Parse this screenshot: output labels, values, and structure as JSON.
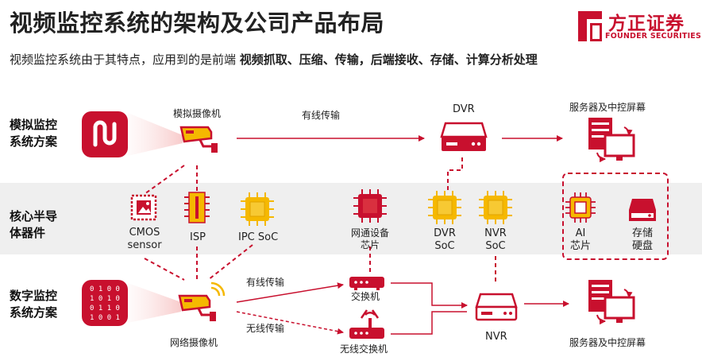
{
  "title": "视频监控系统的架构及公司产品布局",
  "subtitle": {
    "prefix": "视频监控系统由于其特点，应用到的是前端",
    "emphasis": "视频抓取、压缩、传输，后端接收、存储、计算分析处理"
  },
  "logo": {
    "cn": "方正证券",
    "en": "FOUNDER SECURITIES"
  },
  "rows": {
    "analog": {
      "line1": "模拟监控",
      "line2": "系统方案"
    },
    "core": {
      "line1": "核心半导",
      "line2": "体器件"
    },
    "digital": {
      "line1": "数字监控",
      "line2": "系统方案"
    }
  },
  "nodes": {
    "analog_camera": "模拟摄像机",
    "wired_transmission_top": "有线传输",
    "dvr": "DVR",
    "server_top": "服务器及中控屏幕",
    "cmos": {
      "line1": "CMOS",
      "line2": "sensor"
    },
    "isp": "ISP",
    "ipc_soc": "IPC SoC",
    "network_chip": {
      "line1": "网通设备",
      "line2": "芯片"
    },
    "dvr_soc": {
      "line1": "DVR",
      "line2": "SoC"
    },
    "nvr_soc": {
      "line1": "NVR",
      "line2": "SoC"
    },
    "ai_chip": {
      "line1": "AI",
      "line2": "芯片"
    },
    "storage": {
      "line1": "存储",
      "line2": "硬盘"
    },
    "network_camera": "网络摄像机",
    "wired_transmission": "有线传输",
    "wireless_transmission": "无线传输",
    "switch": "交换机",
    "wireless_switch": "无线交换机",
    "nvr": "NVR",
    "server_bottom": "服务器及中控屏幕"
  },
  "colors": {
    "accent": "#c8102e",
    "chip": "#f5b800",
    "band": "#efefef"
  },
  "icons": {
    "analog_solution": "analog-signal-icon",
    "digital_solution": "binary-code-icon",
    "camera": "cctv-camera-icon",
    "recorder": "recorder-box-icon",
    "server": "server-monitor-icon",
    "chip": "chip-icon",
    "image_sensor": "image-sensor-icon",
    "hard_drive": "hard-drive-icon",
    "router": "router-icon"
  }
}
